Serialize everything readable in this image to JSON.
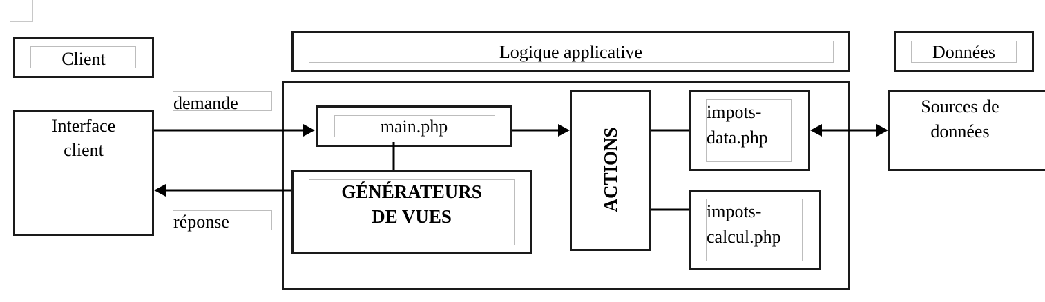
{
  "headers": {
    "client": "Client",
    "logic": "Logique applicative",
    "data": "Données"
  },
  "nodes": {
    "interface_client": [
      "Interface",
      "client"
    ],
    "main_php": "main.php",
    "generateurs": [
      "GÉNÉRATEURS",
      "DE VUES"
    ],
    "actions": "ACTIONS",
    "impots_data": [
      "impots-",
      "data.php"
    ],
    "impots_calcul": [
      "impots-",
      "calcul.php"
    ],
    "sources": [
      "Sources de",
      "données"
    ]
  },
  "labels": {
    "demande": "demande",
    "reponse": "réponse"
  },
  "edges": [
    {
      "from": "interface_client",
      "to": "main_php",
      "label": "demande",
      "direction": "forward"
    },
    {
      "from": "generateurs",
      "to": "interface_client",
      "label": "réponse",
      "direction": "forward"
    },
    {
      "from": "main_php",
      "to": "actions",
      "direction": "forward"
    },
    {
      "from": "main_php",
      "to": "generateurs",
      "direction": "none"
    },
    {
      "from": "actions",
      "to": "impots_data",
      "direction": "none"
    },
    {
      "from": "actions",
      "to": "impots_calcul",
      "direction": "none"
    },
    {
      "from": "impots_data",
      "to": "sources",
      "direction": "both"
    }
  ],
  "colors": {
    "stroke": "#1a1a1a",
    "inner_frame": "#bdbdbd"
  }
}
